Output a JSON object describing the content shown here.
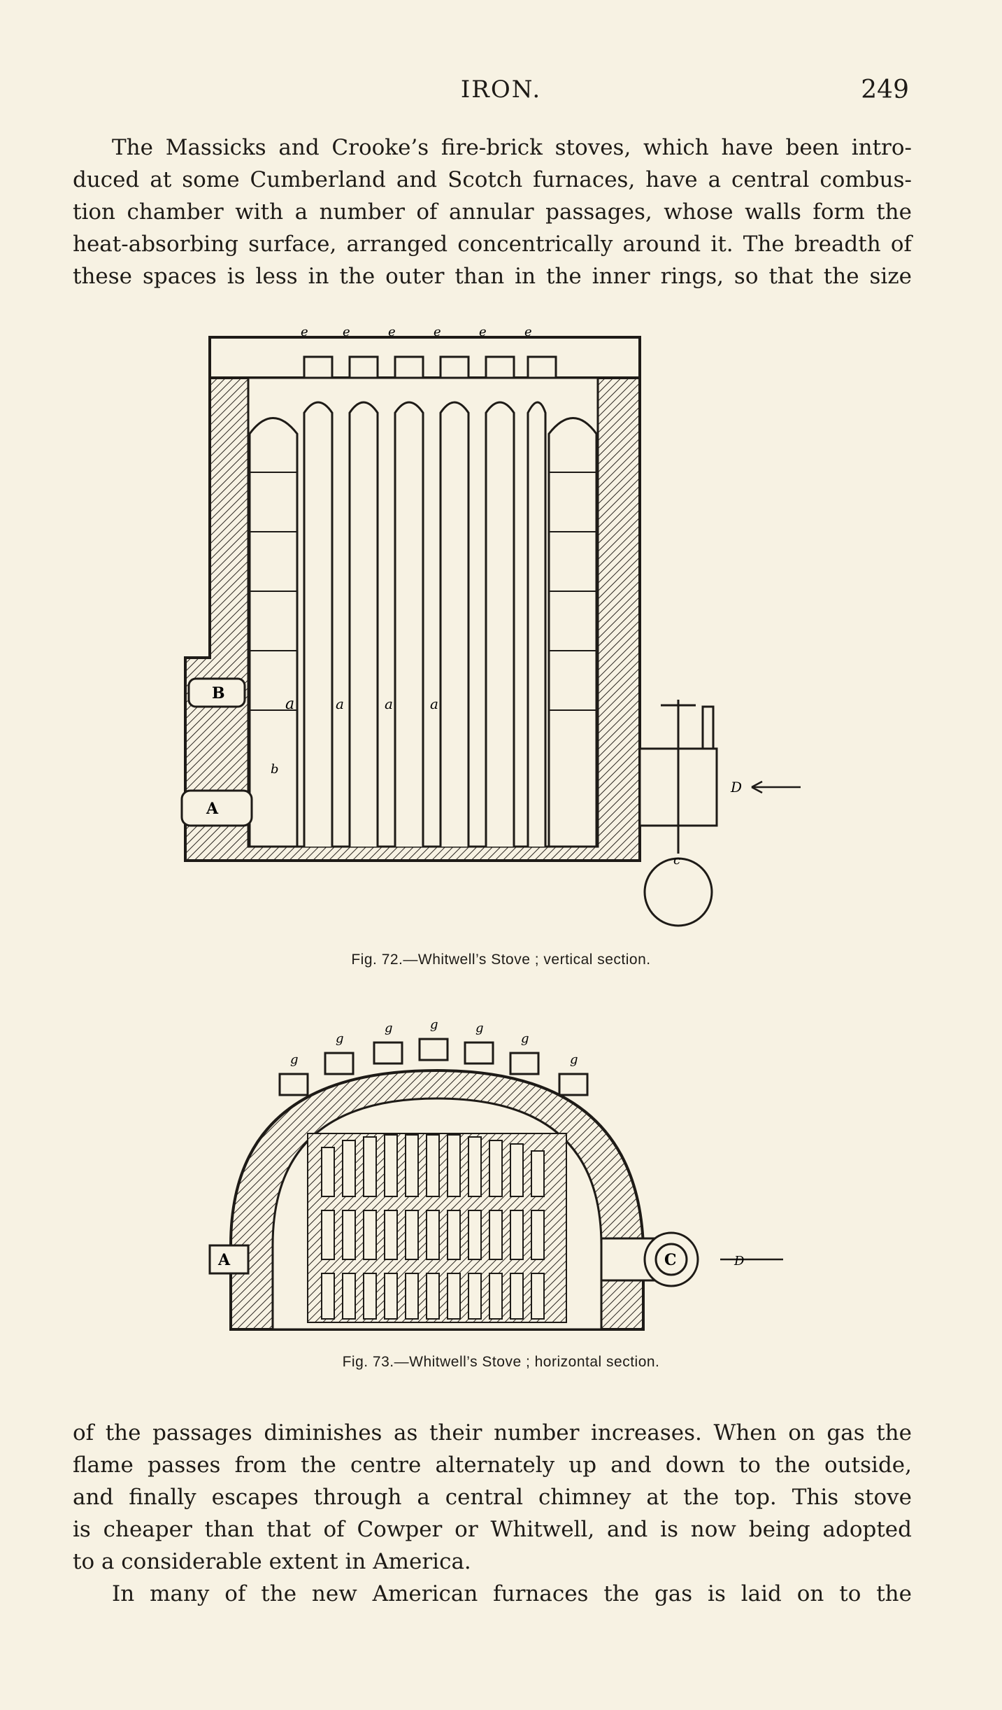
{
  "header": {
    "title": "IRON.",
    "page_number": "249"
  },
  "paragraphs": {
    "p1_lines": [
      "The Massicks and Crooke’s fire-brick stoves, which have been intro-",
      "duced at some Cumberland and Scotch furnaces, have a central combus-",
      "tion chamber with a number of annular passages, whose walls form the",
      "heat-absorbing surface, arranged concentrically around it.  The breadth of",
      "these spaces is less in the outer than in the inner rings, so that the size"
    ],
    "p2_lines": [
      "of the passages diminishes as their number increases.  When on gas the",
      "flame passes from the centre alternately up and down to the outside,",
      "and finally escapes through a central chimney at the top.  This stove",
      "is cheaper than that of Cowper or Whitwell, and is now being adopted",
      "to a considerable extent in America."
    ],
    "p3_lines": [
      "In many of the new American furnaces the gas is laid on to the"
    ]
  },
  "figures": {
    "fig72": {
      "caption": "Fig. 72.—Whitwell’s Stove ; vertical section.",
      "labels": {
        "e": "e",
        "a": "a",
        "b": "b",
        "A": "A",
        "B": "B",
        "C": "c",
        "D": "D"
      }
    },
    "fig73": {
      "caption": "Fig. 73.—Whitwell’s Stove ; horizontal section.",
      "labels": {
        "g": "g",
        "A": "A",
        "C": "C",
        "D": "D"
      }
    }
  }
}
